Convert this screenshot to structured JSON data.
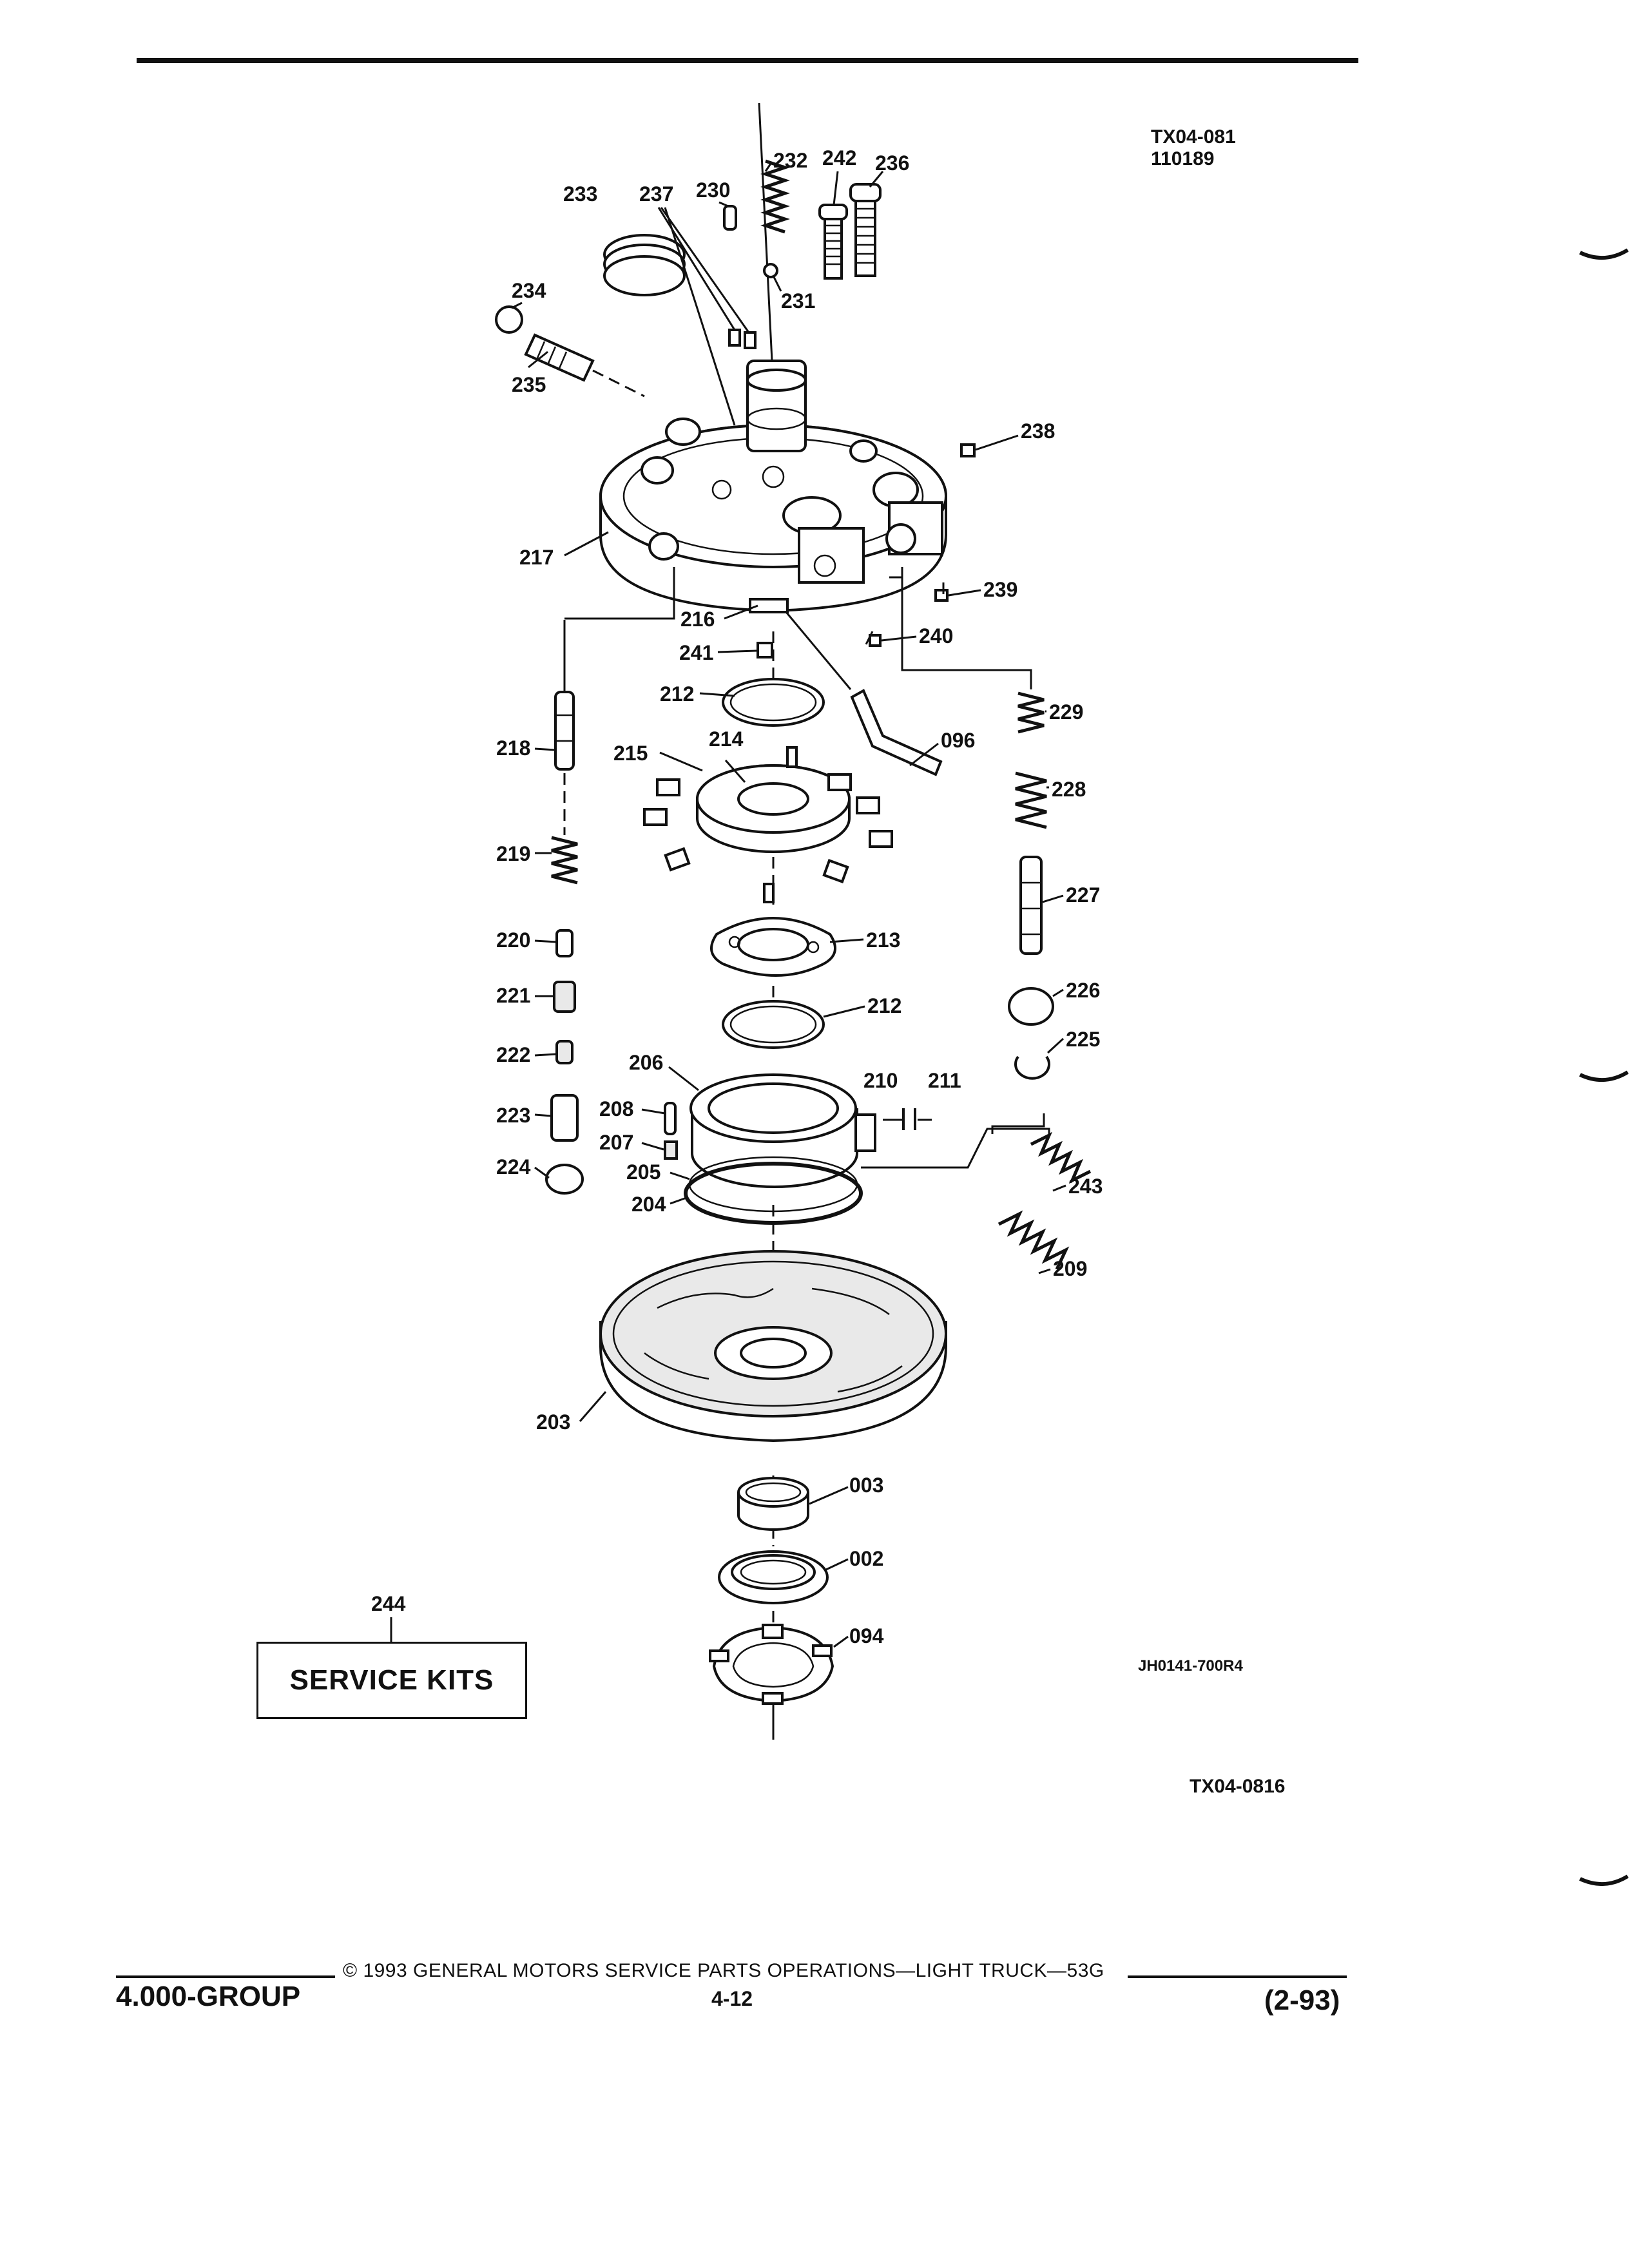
{
  "header": {
    "figure_code": "TX04-081",
    "figure_date": "110189"
  },
  "diagram": {
    "labels": [
      {
        "id": "l233",
        "text": "233"
      },
      {
        "id": "l237",
        "text": "237"
      },
      {
        "id": "l230",
        "text": "230"
      },
      {
        "id": "l232",
        "text": "232"
      },
      {
        "id": "l242",
        "text": "242"
      },
      {
        "id": "l236",
        "text": "236"
      },
      {
        "id": "l231",
        "text": "231"
      },
      {
        "id": "l234",
        "text": "234"
      },
      {
        "id": "l235",
        "text": "235"
      },
      {
        "id": "l238",
        "text": "238"
      },
      {
        "id": "l217",
        "text": "217"
      },
      {
        "id": "l239",
        "text": "239"
      },
      {
        "id": "l216",
        "text": "216"
      },
      {
        "id": "l240",
        "text": "240"
      },
      {
        "id": "l241",
        "text": "241"
      },
      {
        "id": "l212a",
        "text": "212"
      },
      {
        "id": "l229",
        "text": "229"
      },
      {
        "id": "l218",
        "text": "218"
      },
      {
        "id": "l215",
        "text": "215"
      },
      {
        "id": "l214",
        "text": "214"
      },
      {
        "id": "l096",
        "text": "096"
      },
      {
        "id": "l228",
        "text": "228"
      },
      {
        "id": "l219",
        "text": "219"
      },
      {
        "id": "l227",
        "text": "227"
      },
      {
        "id": "l220",
        "text": "220"
      },
      {
        "id": "l213",
        "text": "213"
      },
      {
        "id": "l221",
        "text": "221"
      },
      {
        "id": "l212b",
        "text": "212"
      },
      {
        "id": "l226",
        "text": "226"
      },
      {
        "id": "l225",
        "text": "225"
      },
      {
        "id": "l222",
        "text": "222"
      },
      {
        "id": "l206",
        "text": "206"
      },
      {
        "id": "l210",
        "text": "210"
      },
      {
        "id": "l211",
        "text": "211"
      },
      {
        "id": "l208",
        "text": "208"
      },
      {
        "id": "l223",
        "text": "223"
      },
      {
        "id": "l207",
        "text": "207"
      },
      {
        "id": "l224",
        "text": "224"
      },
      {
        "id": "l205",
        "text": "205"
      },
      {
        "id": "l204",
        "text": "204"
      },
      {
        "id": "l243",
        "text": "243"
      },
      {
        "id": "l209",
        "text": "209"
      },
      {
        "id": "l203",
        "text": "203"
      },
      {
        "id": "l003",
        "text": "003"
      },
      {
        "id": "l002",
        "text": "002"
      },
      {
        "id": "l244",
        "text": "244"
      },
      {
        "id": "l094",
        "text": "094"
      }
    ]
  },
  "service_kits": {
    "label": "SERVICE KITS"
  },
  "reference_code": "JH0141-700R4",
  "bottom_code": "TX04-0816",
  "footer": {
    "copyright": "© 1993 GENERAL MOTORS SERVICE PARTS OPERATIONS—LIGHT TRUCK—53G",
    "group": "4.000-GROUP",
    "page": "4-12",
    "revision": "(2-93)"
  }
}
